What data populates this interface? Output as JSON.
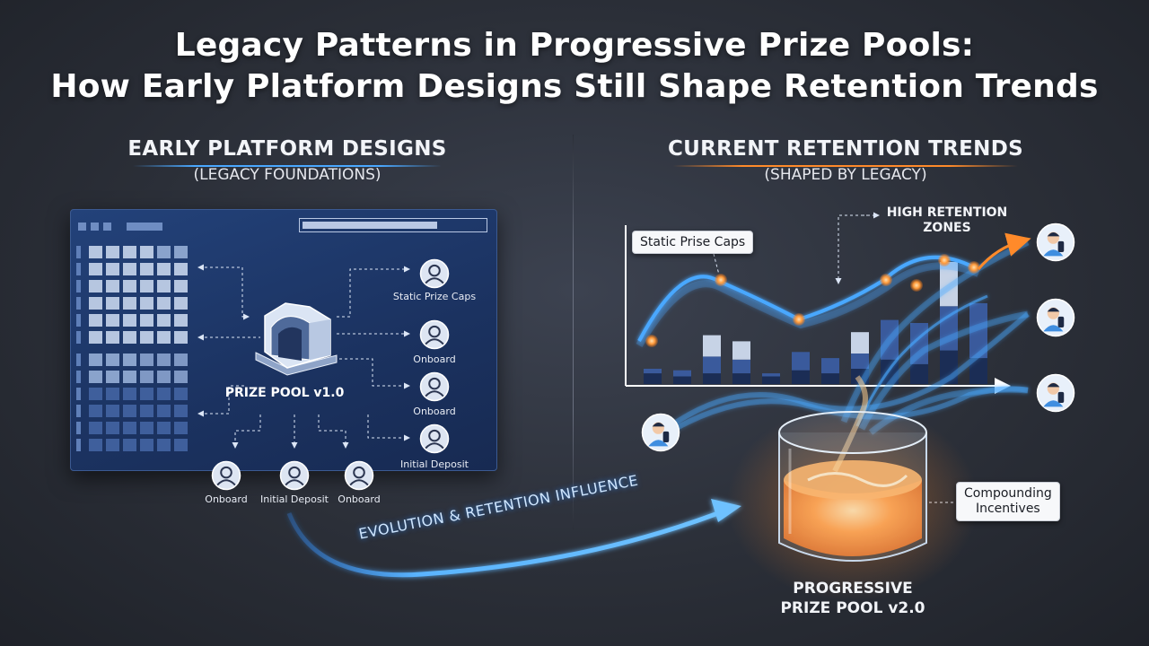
{
  "title": {
    "line1": "Legacy Patterns in Progressive Prize Pools:",
    "line2": "How Early Platform Designs Still Shape Retention Trends"
  },
  "left": {
    "heading": "EARLY PLATFORM DESIGNS",
    "subheading": "(LEGACY FOUNDATIONS)",
    "pool_label": "PRIZE POOL v1.0",
    "right_nodes": [
      "Static Prize Caps",
      "Onboard",
      "Onboard",
      "Initial Deposit"
    ],
    "bottom_nodes": [
      "Onboard",
      "Initial Deposit",
      "Onboard"
    ]
  },
  "right": {
    "heading": "CURRENT RETENTION TRENDS",
    "subheading": "(SHAPED BY LEGACY)",
    "callout_caps": "Static Prise Caps",
    "high_retention_line1": "HIGH RETENTION",
    "high_retention_line2": "ZONES",
    "callout_compounding_line1": "Compounding",
    "callout_compounding_line2": "Incentives",
    "pool_label_line1": "PROGRESSIVE",
    "pool_label_line2": "PRIZE POOL v2.0"
  },
  "arrow_label": "EVOLUTION & RETENTION INFLUENCE",
  "bar_chart": {
    "bars": [
      {
        "dark": 0.07,
        "mid": 0.1,
        "light": 0.07
      },
      {
        "dark": 0.05,
        "mid": 0.09,
        "light": 0.09
      },
      {
        "dark": 0.07,
        "mid": 0.18,
        "light": 0.32
      },
      {
        "dark": 0.07,
        "mid": 0.16,
        "light": 0.28
      },
      {
        "dark": 0.05,
        "mid": 0.07,
        "light": 0.07
      },
      {
        "dark": 0.09,
        "mid": 0.21,
        "light": 0.17
      },
      {
        "dark": 0.07,
        "mid": 0.17,
        "light": 0.09
      },
      {
        "dark": 0.1,
        "mid": 0.2,
        "light": 0.34
      },
      {
        "dark": 0.16,
        "mid": 0.42,
        "light": 0.4
      },
      {
        "dark": 0.13,
        "mid": 0.4,
        "light": 0.17
      },
      {
        "dark": 0.22,
        "mid": 0.51,
        "light": 0.8
      },
      {
        "dark": 0.17,
        "mid": 0.53,
        "light": 0.3
      }
    ]
  },
  "colors": {
    "accent_blue": "#4aa8ff",
    "accent_orange": "#ff8a2a",
    "panel": "#1e3763",
    "bar_dark": "#1b2d55",
    "bar_mid": "#3a5a9c",
    "bar_light": "#c7d3e6"
  }
}
